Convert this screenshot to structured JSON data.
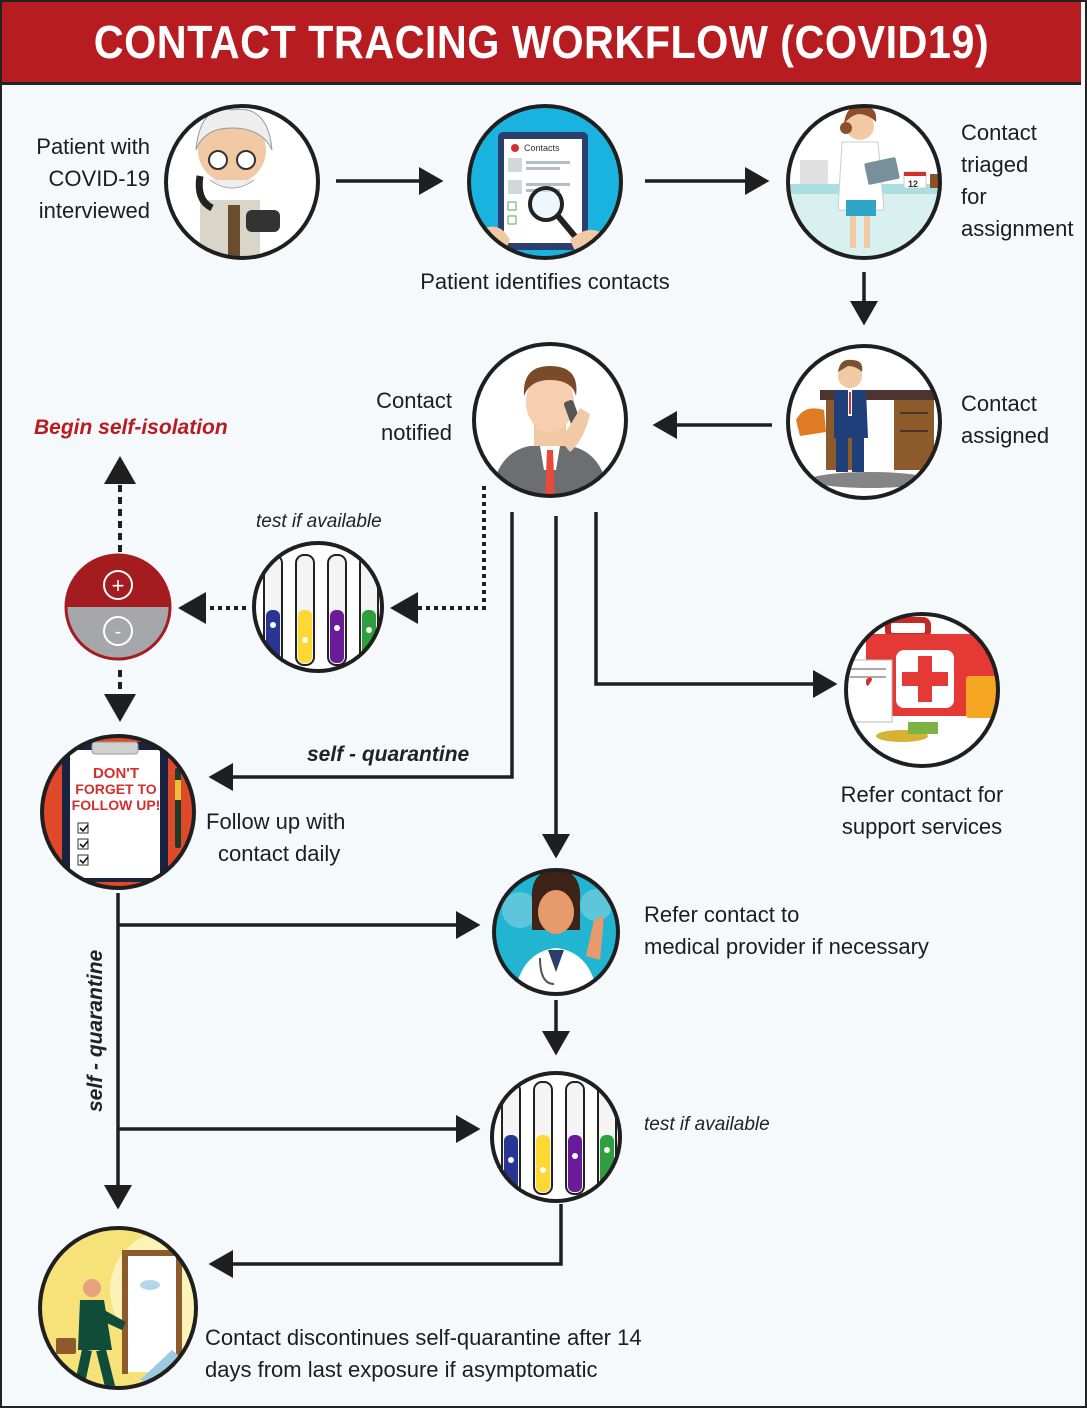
{
  "title": "CONTACT TRACING WORKFLOW (COVID19)",
  "colors": {
    "header_bg": "#b71c20",
    "accent_red": "#b71c20",
    "positive": "#a51c20",
    "negative": "#a5a7aa",
    "arrow": "#1f1f1f"
  },
  "steps": {
    "interview": {
      "label_line1": "Patient with",
      "label_line2": "COVID-19",
      "label_line3": "interviewed",
      "icon": "doctor-on-phone-icon"
    },
    "identify": {
      "label": "Patient identifies contacts",
      "icon": "contacts-list-magnifier-icon",
      "card_title": "Contacts"
    },
    "triage": {
      "label_line1": "Contact",
      "label_line2": "triaged",
      "label_line3": "for",
      "label_line4": "assignment",
      "icon": "nurse-at-desk-icon",
      "calendar_day": "12"
    },
    "assigned": {
      "label_line1": "Contact",
      "label_line2": "assigned",
      "icon": "businessman-at-desk-icon"
    },
    "notified": {
      "label_line1": "Contact",
      "label_line2": "notified",
      "icon": "person-on-phone-icon"
    },
    "test1": {
      "label": "test if available",
      "icon": "test-tubes-icon"
    },
    "result": {
      "positive_symbol": "+",
      "negative_symbol": "-",
      "icon": "test-result-icon"
    },
    "isolation": {
      "label": "Begin self-isolation"
    },
    "followup": {
      "label_line1": "Follow up with",
      "label_line2": "contact daily",
      "note_line1": "DON'T",
      "note_line2": "FORGET TO",
      "note_line3": "FOLLOW UP!",
      "icon": "clipboard-checklist-icon"
    },
    "support": {
      "label_line1": "Refer contact for",
      "label_line2": "support services",
      "icon": "first-aid-kit-icon"
    },
    "medical": {
      "label_line1": "Refer contact to",
      "label_line2": "medical provider if necessary",
      "icon": "doctor-waving-icon"
    },
    "test2": {
      "label": "test if available",
      "icon": "test-tubes-icon"
    },
    "discontinue": {
      "label_line1": "Contact discontinues self-quarantine after 14",
      "label_line2": "days from last exposure if asymptomatic",
      "icon": "man-leaving-door-icon"
    }
  },
  "edges": {
    "self_quarantine_h": "self - quarantine",
    "self_quarantine_v": "self - quarantine"
  }
}
